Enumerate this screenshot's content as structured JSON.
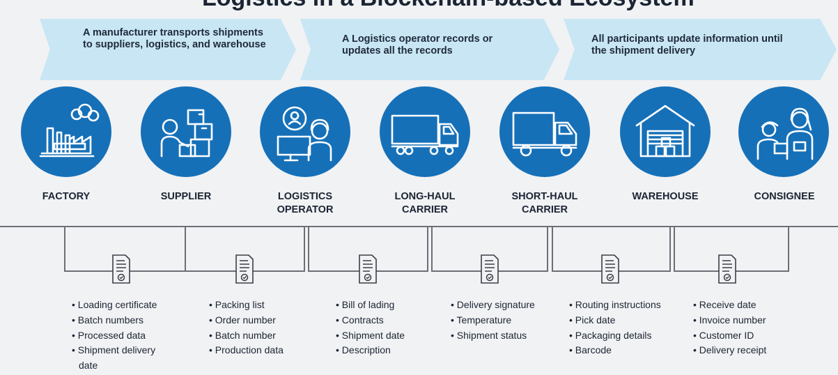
{
  "title": "Logistics in a Blockchain-based Ecosystem",
  "stages": [
    {
      "text": "A manufacturer transports shipments to suppliers, logistics, and warehouse"
    },
    {
      "text": "A Logistics operator records or updates all the records"
    },
    {
      "text": "All participants update information until the shipment delivery"
    }
  ],
  "participants": [
    {
      "label": "FACTORY",
      "icon": "factory-icon"
    },
    {
      "label": "SUPPLIER",
      "icon": "supplier-icon"
    },
    {
      "label": "LOGISTICS OPERATOR",
      "icon": "logistics-operator-icon"
    },
    {
      "label": "LONG-HAUL CARRIER",
      "icon": "long-haul-truck-icon"
    },
    {
      "label": "SHORT-HAUL CARRIER",
      "icon": "short-haul-truck-icon"
    },
    {
      "label": "WAREHOUSE",
      "icon": "warehouse-icon"
    },
    {
      "label": "CONSIGNEE",
      "icon": "consignee-icon"
    }
  ],
  "records": [
    {
      "items": [
        "Loading certificate",
        "Batch numbers",
        "Processed data",
        "Shipment delivery date"
      ]
    },
    {
      "items": [
        "Packing list",
        "Order number",
        "Batch number",
        "Production data"
      ]
    },
    {
      "items": [
        "Bill of lading",
        "Contracts",
        "Shipment date",
        "Description"
      ]
    },
    {
      "items": [
        "Delivery signature",
        "Temperature",
        "Shipment status"
      ]
    },
    {
      "items": [
        "Routing instructions",
        "Pick date",
        "Packaging details",
        "Barcode"
      ]
    },
    {
      "items": [
        "Receive date",
        "Invoice number",
        "Customer ID",
        "Delivery receipt"
      ]
    }
  ],
  "colors": {
    "icon_circle": "#1670b8",
    "stage_arrow": "#c9e6f4",
    "background": "#f1f2f4",
    "connector": "#6b6f76"
  }
}
